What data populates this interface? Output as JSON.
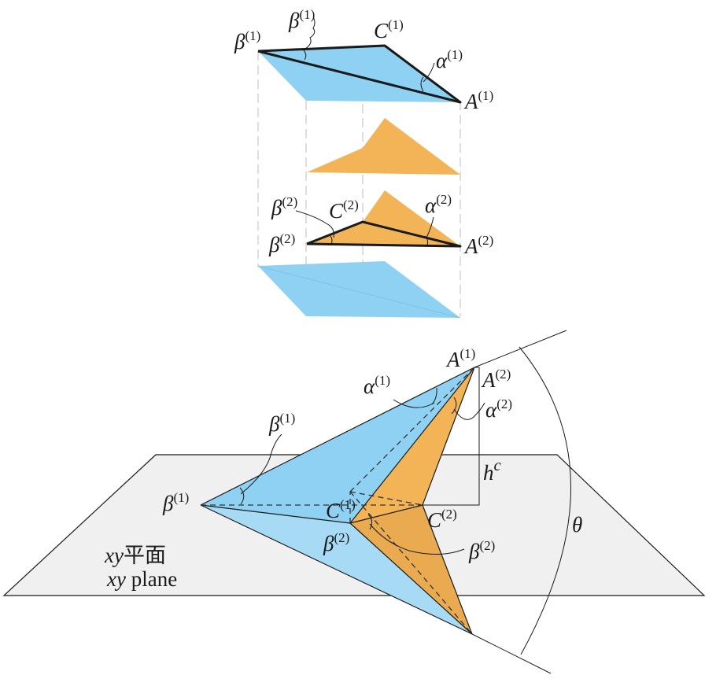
{
  "colors": {
    "blue_face": "#8fd1f2",
    "orange_face": "#f2b456",
    "plane": "#f0f0f0"
  },
  "top": {
    "beta1": {
      "base": "β",
      "sup": "(1)"
    },
    "C1": {
      "base": "C",
      "sup": "(1)"
    },
    "alpha1": {
      "base": "α",
      "sup": "(1)"
    },
    "A1": {
      "base": "A",
      "sup": "(1)"
    },
    "beta2_angle": {
      "base": "β",
      "sup": "(2)"
    },
    "C2": {
      "base": "C",
      "sup": "(2)"
    },
    "alpha2": {
      "base": "α",
      "sup": "(2)"
    },
    "beta2_vertex": {
      "base": "β",
      "sup": "(2)"
    },
    "A2": {
      "base": "A",
      "sup": "(2)"
    }
  },
  "bottom": {
    "A1": {
      "base": "A",
      "sup": "(1)"
    },
    "A2": {
      "base": "A",
      "sup": "(2)"
    },
    "alpha1": {
      "base": "α",
      "sup": "(1)"
    },
    "alpha2": {
      "base": "α",
      "sup": "(2)"
    },
    "beta1_angle": {
      "base": "β",
      "sup": "(1)"
    },
    "beta1_vertex": {
      "base": "β",
      "sup": "(1)"
    },
    "hc": {
      "base": "h",
      "sup": "c"
    },
    "C1": {
      "base": "C",
      "sup": "(1)"
    },
    "C2": {
      "base": "C",
      "sup": "(2)"
    },
    "beta2_vertex": {
      "base": "β",
      "sup": "(2)"
    },
    "beta2_angle": {
      "base": "β",
      "sup": "(2)"
    },
    "theta": "θ",
    "plane_zh_var": "xy",
    "plane_zh": "平面",
    "plane_en_var": "xy",
    "plane_en": " plane"
  }
}
